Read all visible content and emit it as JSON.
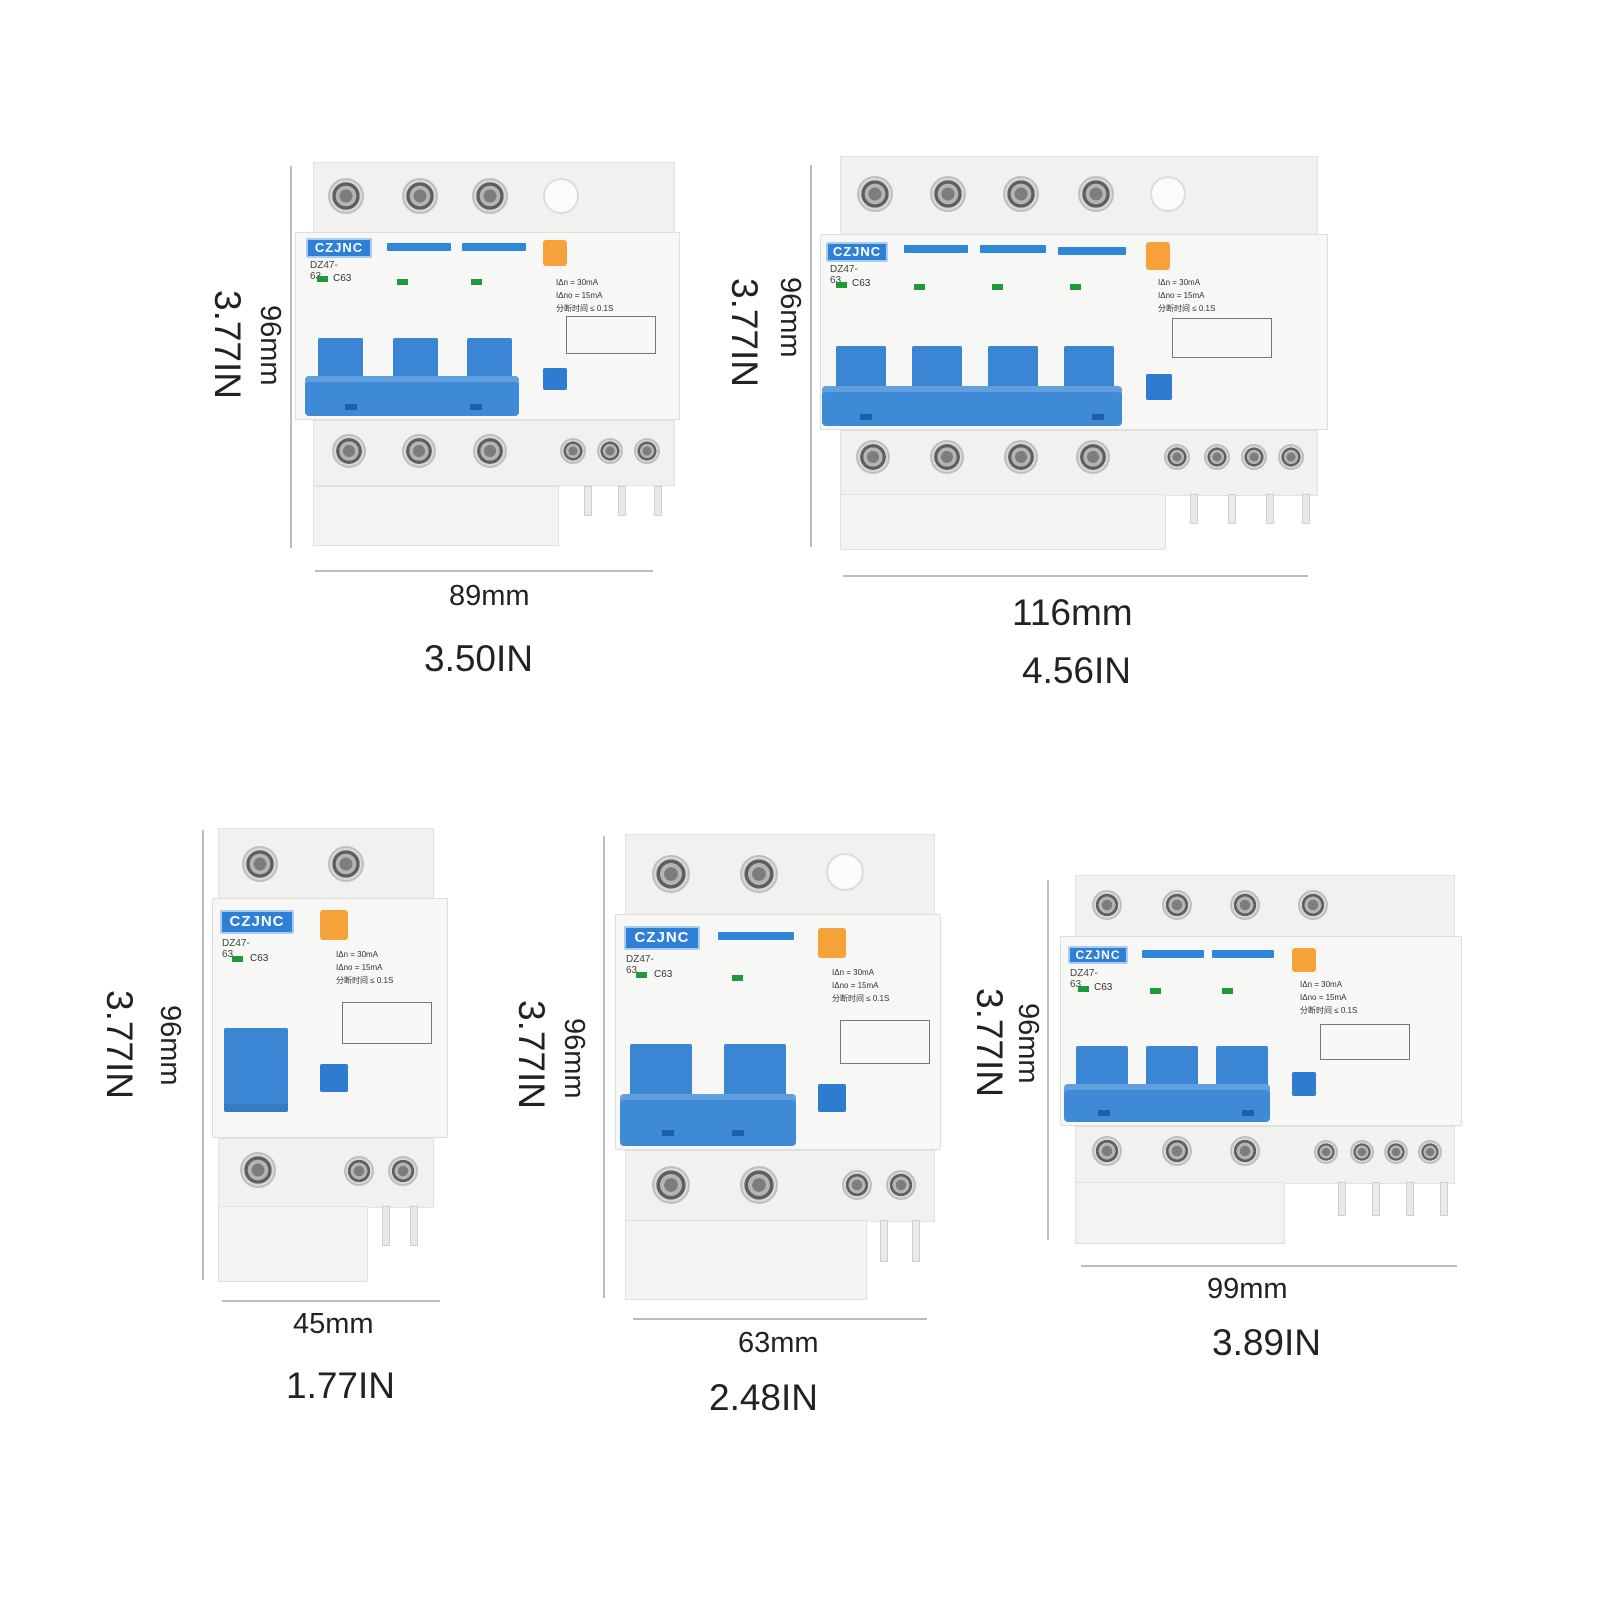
{
  "brand": "CZJNC",
  "model": "DZ47-63",
  "rating": "C63",
  "spec_lines": [
    "IΔn = 30mA",
    "IΔno = 15mA",
    "分断时间 ≤ 0.1S"
  ],
  "colors": {
    "handle": "#3b86d4",
    "brand_badge": "#2e7fd6",
    "test_button": "#f5a23a",
    "indicator": "#1f9a3a",
    "dimension_line": "#bdbdbd"
  },
  "icons": [
    "terminal-screw-icon",
    "test-button-icon",
    "circuit-schematic-icon"
  ],
  "products": [
    {
      "poles": 3,
      "width_mm": "89mm",
      "width_in": "3.50IN",
      "height_mm": "96mm",
      "height_in": "3.77IN"
    },
    {
      "poles": 4,
      "width_mm": "116mm",
      "width_in": "4.56IN",
      "height_mm": "96mm",
      "height_in": "3.77IN"
    },
    {
      "poles": 1,
      "width_mm": "45mm",
      "width_in": "1.77IN",
      "height_mm": "96mm",
      "height_in": "3.77IN"
    },
    {
      "poles": 2,
      "width_mm": "63mm",
      "width_in": "2.48IN",
      "height_mm": "96mm",
      "height_in": "3.77IN"
    },
    {
      "poles": 3,
      "width_mm": "99mm",
      "width_in": "3.89IN",
      "height_mm": "96mm",
      "height_in": "3.77IN"
    }
  ]
}
